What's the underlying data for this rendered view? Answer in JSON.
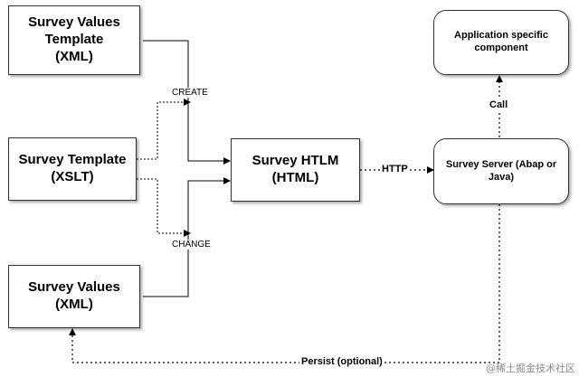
{
  "nodes": {
    "survey_values_template": [
      "Survey Values",
      "Template",
      "(XML)"
    ],
    "survey_template": [
      "Survey Template",
      "(XSLT)"
    ],
    "survey_values": [
      "Survey Values",
      "(XML)"
    ],
    "survey_htlm": [
      "Survey HTLM",
      "(HTML)"
    ],
    "survey_server": [
      "Survey Server (Abap or",
      "Java)"
    ],
    "app_component": [
      "Application specific",
      "component"
    ]
  },
  "edges": {
    "create": "CREATE",
    "change": "CHANGE",
    "http": "HTTP",
    "call": "Call",
    "persist": "Persist (optional)"
  },
  "watermark": "@稀土掘金技术社区",
  "colors": {
    "line": "#000000",
    "border": "#333333"
  }
}
